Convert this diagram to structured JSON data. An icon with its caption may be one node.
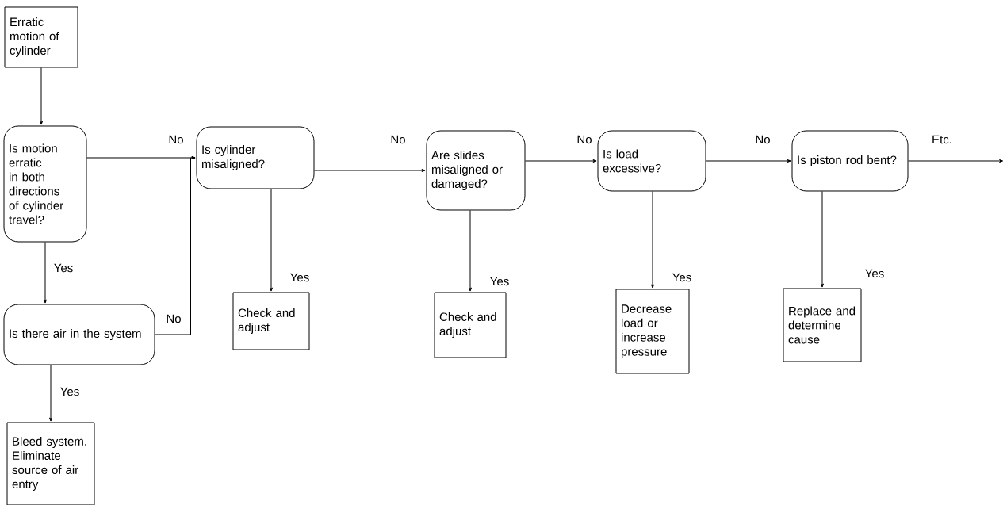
{
  "diagram": {
    "nodes": [
      {
        "text": [
          "Erratic motion of cylinder"
        ]
      },
      {
        "text": [
          "Is motion erratic in both directions of cylinder travel?"
        ]
      },
      {
        "text": [
          "Is cylinder misaligned?"
        ]
      },
      {
        "text": [
          "Are slides misaligned or damaged?"
        ]
      },
      {
        "text": [
          "Is load excessive?"
        ]
      },
      {
        "text": [
          "Is piston rod bent?"
        ]
      },
      {
        "text": [
          "Is there air in the system"
        ]
      },
      {
        "text": [
          "Bleed system. Eliminate source of air entry"
        ]
      },
      {
        "text": [
          "Check and adjust"
        ]
      },
      {
        "text": [
          "Check and adjust"
        ]
      },
      {
        "text": [
          "Decrease load or increase pressure"
        ]
      },
      {
        "text": [
          "Replace and determine cause"
        ]
      }
    ],
    "edges": [
      {
        "from": 0,
        "to": 1,
        "arrow": "to"
      },
      {
        "from": 1,
        "to": 2,
        "arrow": "to",
        "label": "No"
      },
      {
        "from": 1,
        "to": 6,
        "arrow": "to",
        "label": "Yes"
      },
      {
        "from": 6,
        "to": 2,
        "arrow": "to",
        "label": "No"
      },
      {
        "from": 6,
        "to": 7,
        "arrow": "to",
        "label": "Yes"
      },
      {
        "from": 2,
        "to": 3,
        "arrow": "to",
        "label": "No"
      },
      {
        "from": 2,
        "to": 8,
        "arrow": "to",
        "label": "Yes"
      },
      {
        "from": 3,
        "to": 4,
        "arrow": "to",
        "label": "No"
      },
      {
        "from": 3,
        "to": 9,
        "arrow": "to",
        "label": "Yes"
      },
      {
        "from": 4,
        "to": 5,
        "arrow": "to",
        "label": "No"
      },
      {
        "from": 4,
        "to": 10,
        "arrow": "to",
        "label": "Yes"
      },
      {
        "from": 5,
        "to": null,
        "arrow": "to",
        "label": "Etc."
      },
      {
        "from": 5,
        "to": 11,
        "arrow": "to",
        "label": "Yes"
      }
    ]
  }
}
